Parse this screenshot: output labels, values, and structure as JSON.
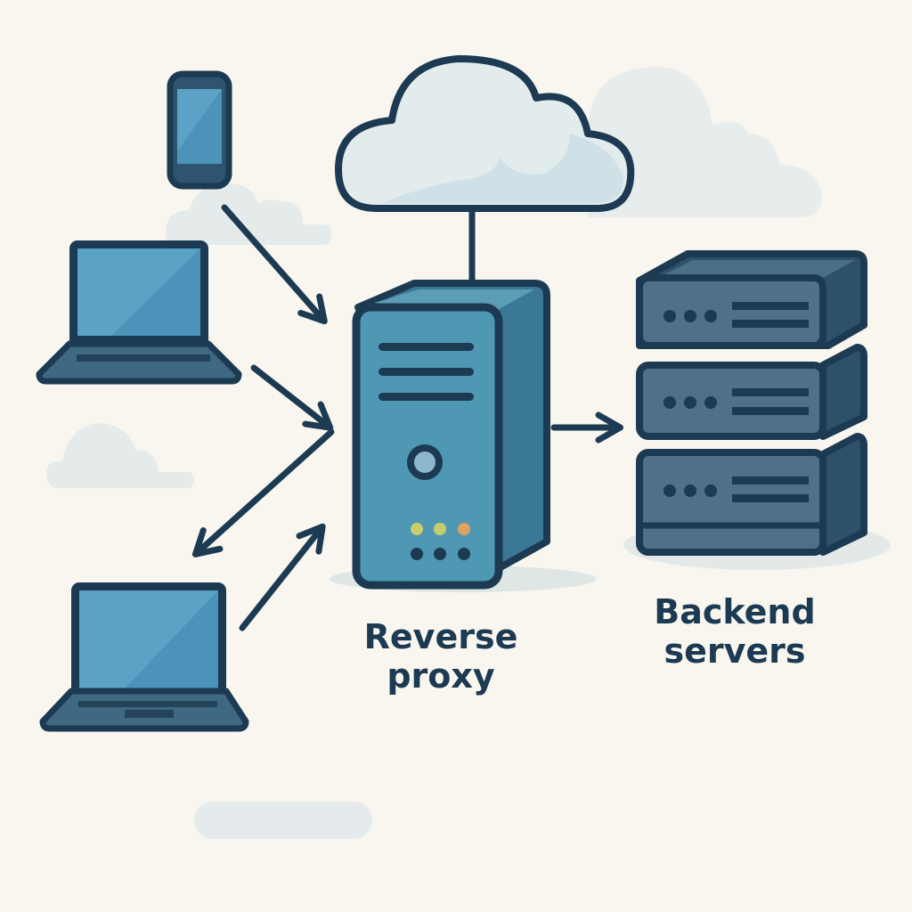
{
  "diagram": {
    "title_labels": {
      "reverse_proxy": "Reverse proxy",
      "backend_servers": "Backend servers"
    },
    "nodes": [
      {
        "id": "phone",
        "kind": "smartphone-icon"
      },
      {
        "id": "laptop-1",
        "kind": "laptop-icon"
      },
      {
        "id": "laptop-2",
        "kind": "laptop-icon"
      },
      {
        "id": "cloud",
        "kind": "cloud-icon"
      },
      {
        "id": "reverse-proxy",
        "kind": "server-tower-icon",
        "label": "Reverse proxy"
      },
      {
        "id": "backend-servers",
        "kind": "server-rack-icon",
        "count": 3,
        "label": "Backend servers"
      }
    ],
    "edges": [
      {
        "from": "phone",
        "to": "reverse-proxy",
        "direction": "forward"
      },
      {
        "from": "laptop-1",
        "to": "reverse-proxy",
        "direction": "forward"
      },
      {
        "from": "reverse-proxy",
        "to": "laptop-2",
        "direction": "back"
      },
      {
        "from": "laptop-2",
        "to": "reverse-proxy",
        "direction": "forward"
      },
      {
        "from": "cloud",
        "to": "reverse-proxy",
        "direction": "line"
      },
      {
        "from": "reverse-proxy",
        "to": "backend-servers",
        "direction": "forward"
      }
    ],
    "colors": {
      "background": "#f8f6ef",
      "outline": "#1c3a52",
      "screen": "#4f98bd",
      "tower": "#4a8ea8",
      "rack": "#46687f",
      "led_yellow": "#cfcf6a",
      "led_orange": "#e0a25c"
    }
  }
}
